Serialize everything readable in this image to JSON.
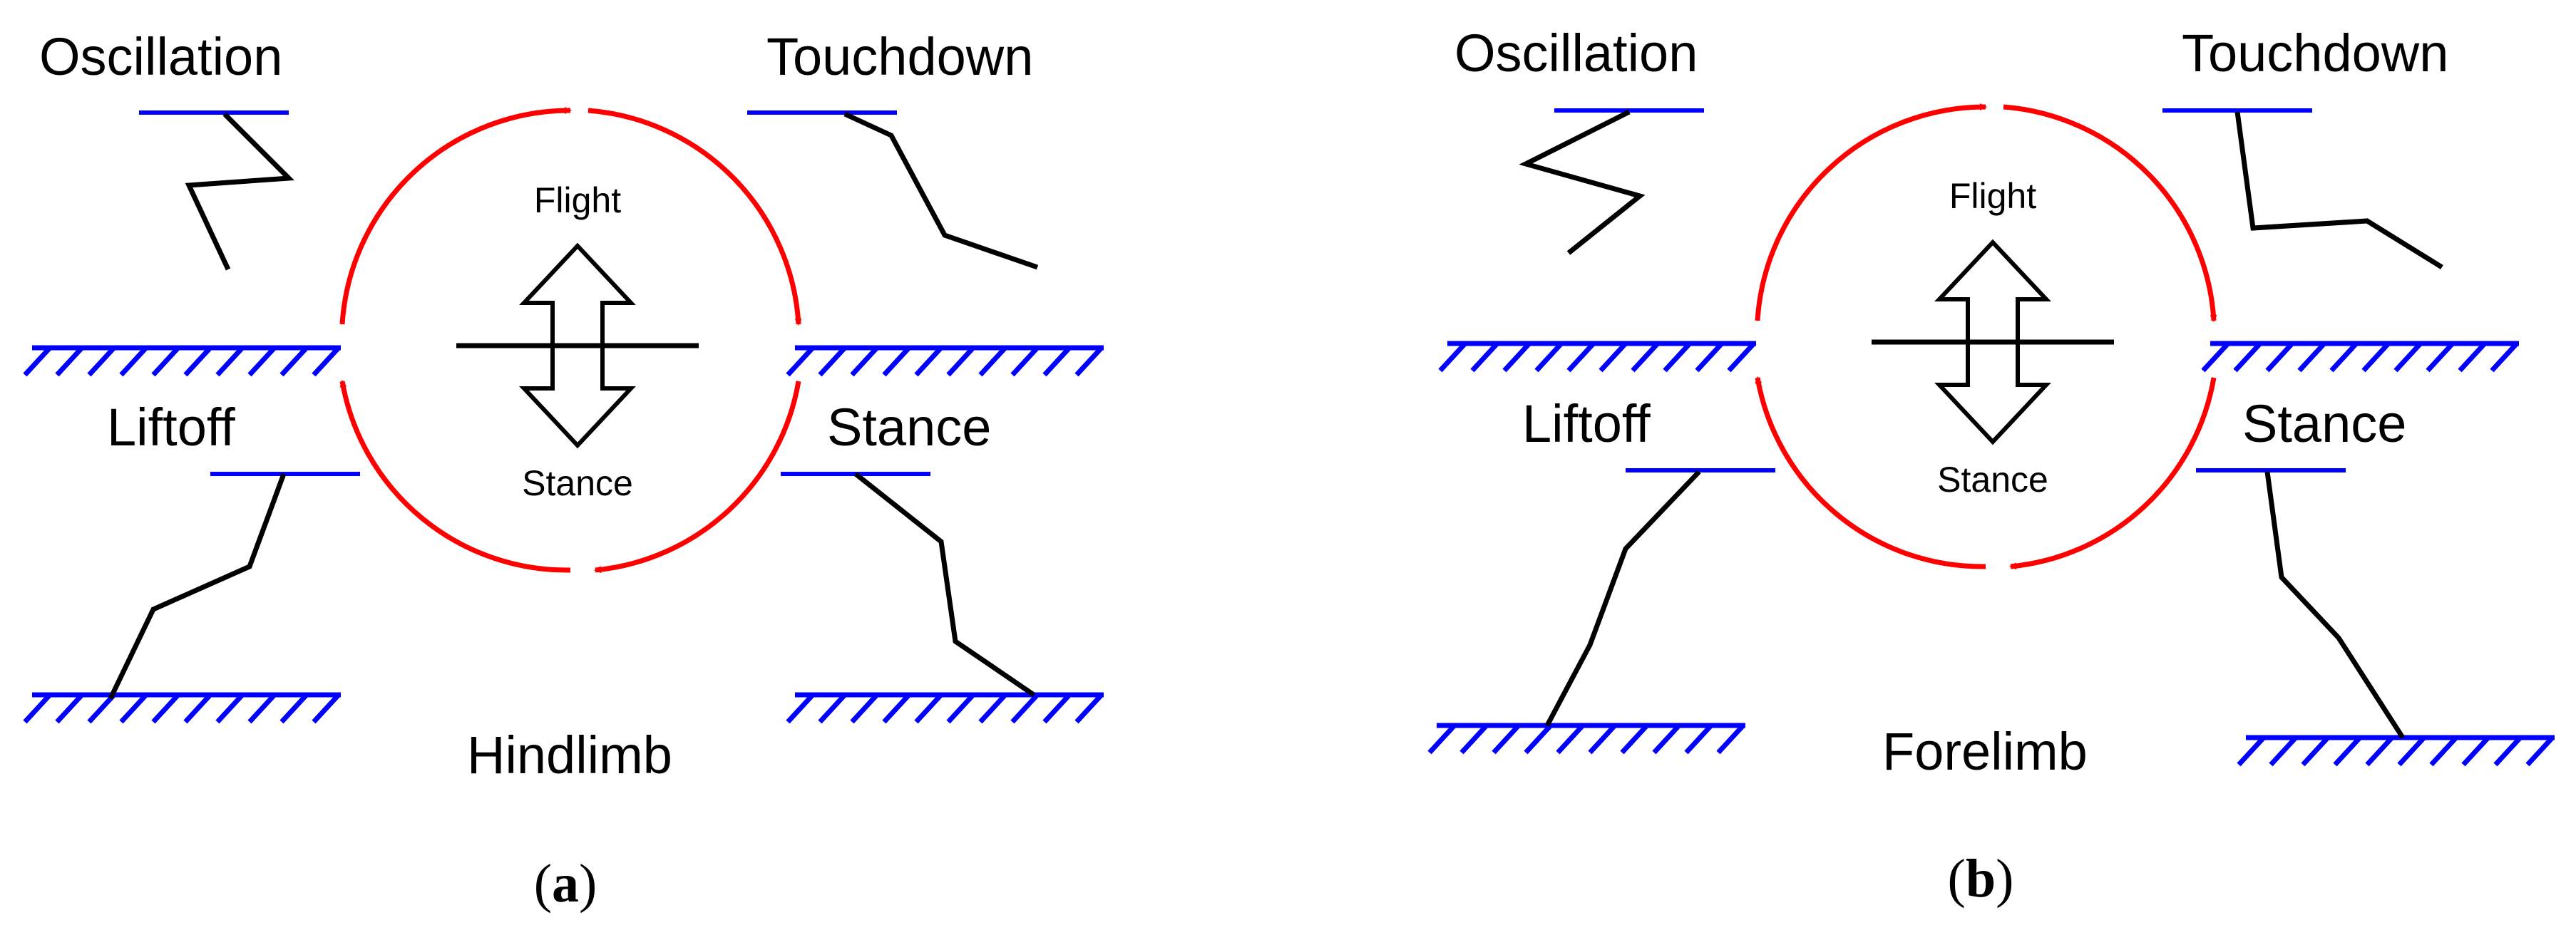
{
  "colors": {
    "ground": "#0000ff",
    "cycle": "#ff0000",
    "limb": "#000000"
  },
  "panels": [
    {
      "id": "a",
      "limb_name": "Hindlimb",
      "caption_letter": "a",
      "phases": {
        "oscillation": "Oscillation",
        "touchdown": "Touchdown",
        "liftoff": "Liftoff",
        "stance": "Stance"
      },
      "center": {
        "flight": "Flight",
        "stance": "Stance"
      }
    },
    {
      "id": "b",
      "limb_name": "Forelimb",
      "caption_letter": "b",
      "phases": {
        "oscillation": "Oscillation",
        "touchdown": "Touchdown",
        "liftoff": "Liftoff",
        "stance": "Stance"
      },
      "center": {
        "flight": "Flight",
        "stance": "Stance"
      }
    }
  ]
}
